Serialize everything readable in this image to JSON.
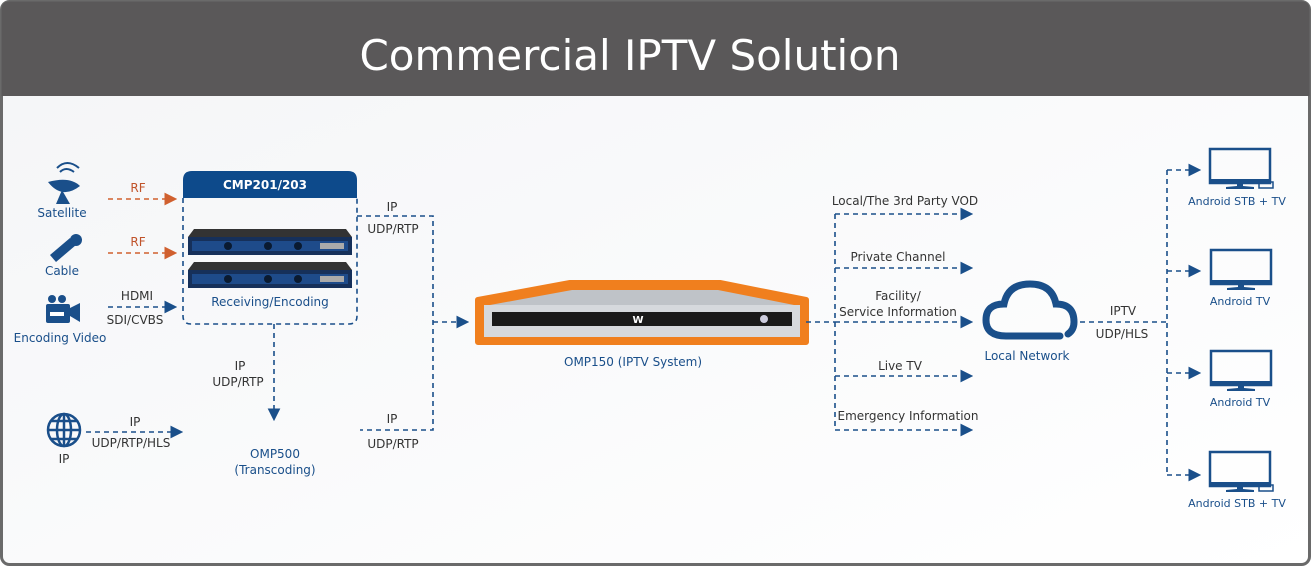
{
  "title": "Commercial IPTV Solution",
  "colors": {
    "header": "#5a5859",
    "accent": "#0d4a8b",
    "rf": "#c0532a",
    "highlight": "#f07f1e"
  },
  "sources": {
    "satellite": "Satellite",
    "cable": "Cable",
    "encoding_video": "Encoding Video",
    "ip": "IP"
  },
  "links": {
    "rf1": "RF",
    "rf2": "RF",
    "hdmi": "HDMI",
    "sdi": "SDI/CVBS",
    "ip_in_1": "IP",
    "ip_in_2": "UDP/RTP/HLS",
    "cmp_out_1": "IP",
    "cmp_out_2": "UDP/RTP",
    "cmp_down_1": "IP",
    "cmp_down_2": "UDP/RTP",
    "omp500_out_1": "IP",
    "omp500_out_2": "UDP/RTP",
    "iptv_1": "IPTV",
    "iptv_2": "UDP/HLS"
  },
  "cmp": {
    "title": "CMP201/203",
    "label": "Receiving/Encoding"
  },
  "omp500": {
    "line1": "OMP500",
    "line2": "(Transcoding)"
  },
  "omp150": {
    "label": "OMP150 (IPTV System)"
  },
  "services": [
    {
      "label": "Local/The 3rd Party VOD"
    },
    {
      "label": "Private Channel"
    },
    {
      "label": "Facility/",
      "label2": "Service Information"
    },
    {
      "label": "Live TV"
    },
    {
      "label": "Emergency Information"
    }
  ],
  "network": {
    "label": "Local Network"
  },
  "devices": [
    {
      "label": "Android STB + TV",
      "icon": "tv-stb-icon"
    },
    {
      "label": "Android TV",
      "icon": "tv-icon"
    },
    {
      "label": "Android TV",
      "icon": "tv-icon"
    },
    {
      "label": "Android STB + TV",
      "icon": "tv-stb-icon"
    }
  ]
}
